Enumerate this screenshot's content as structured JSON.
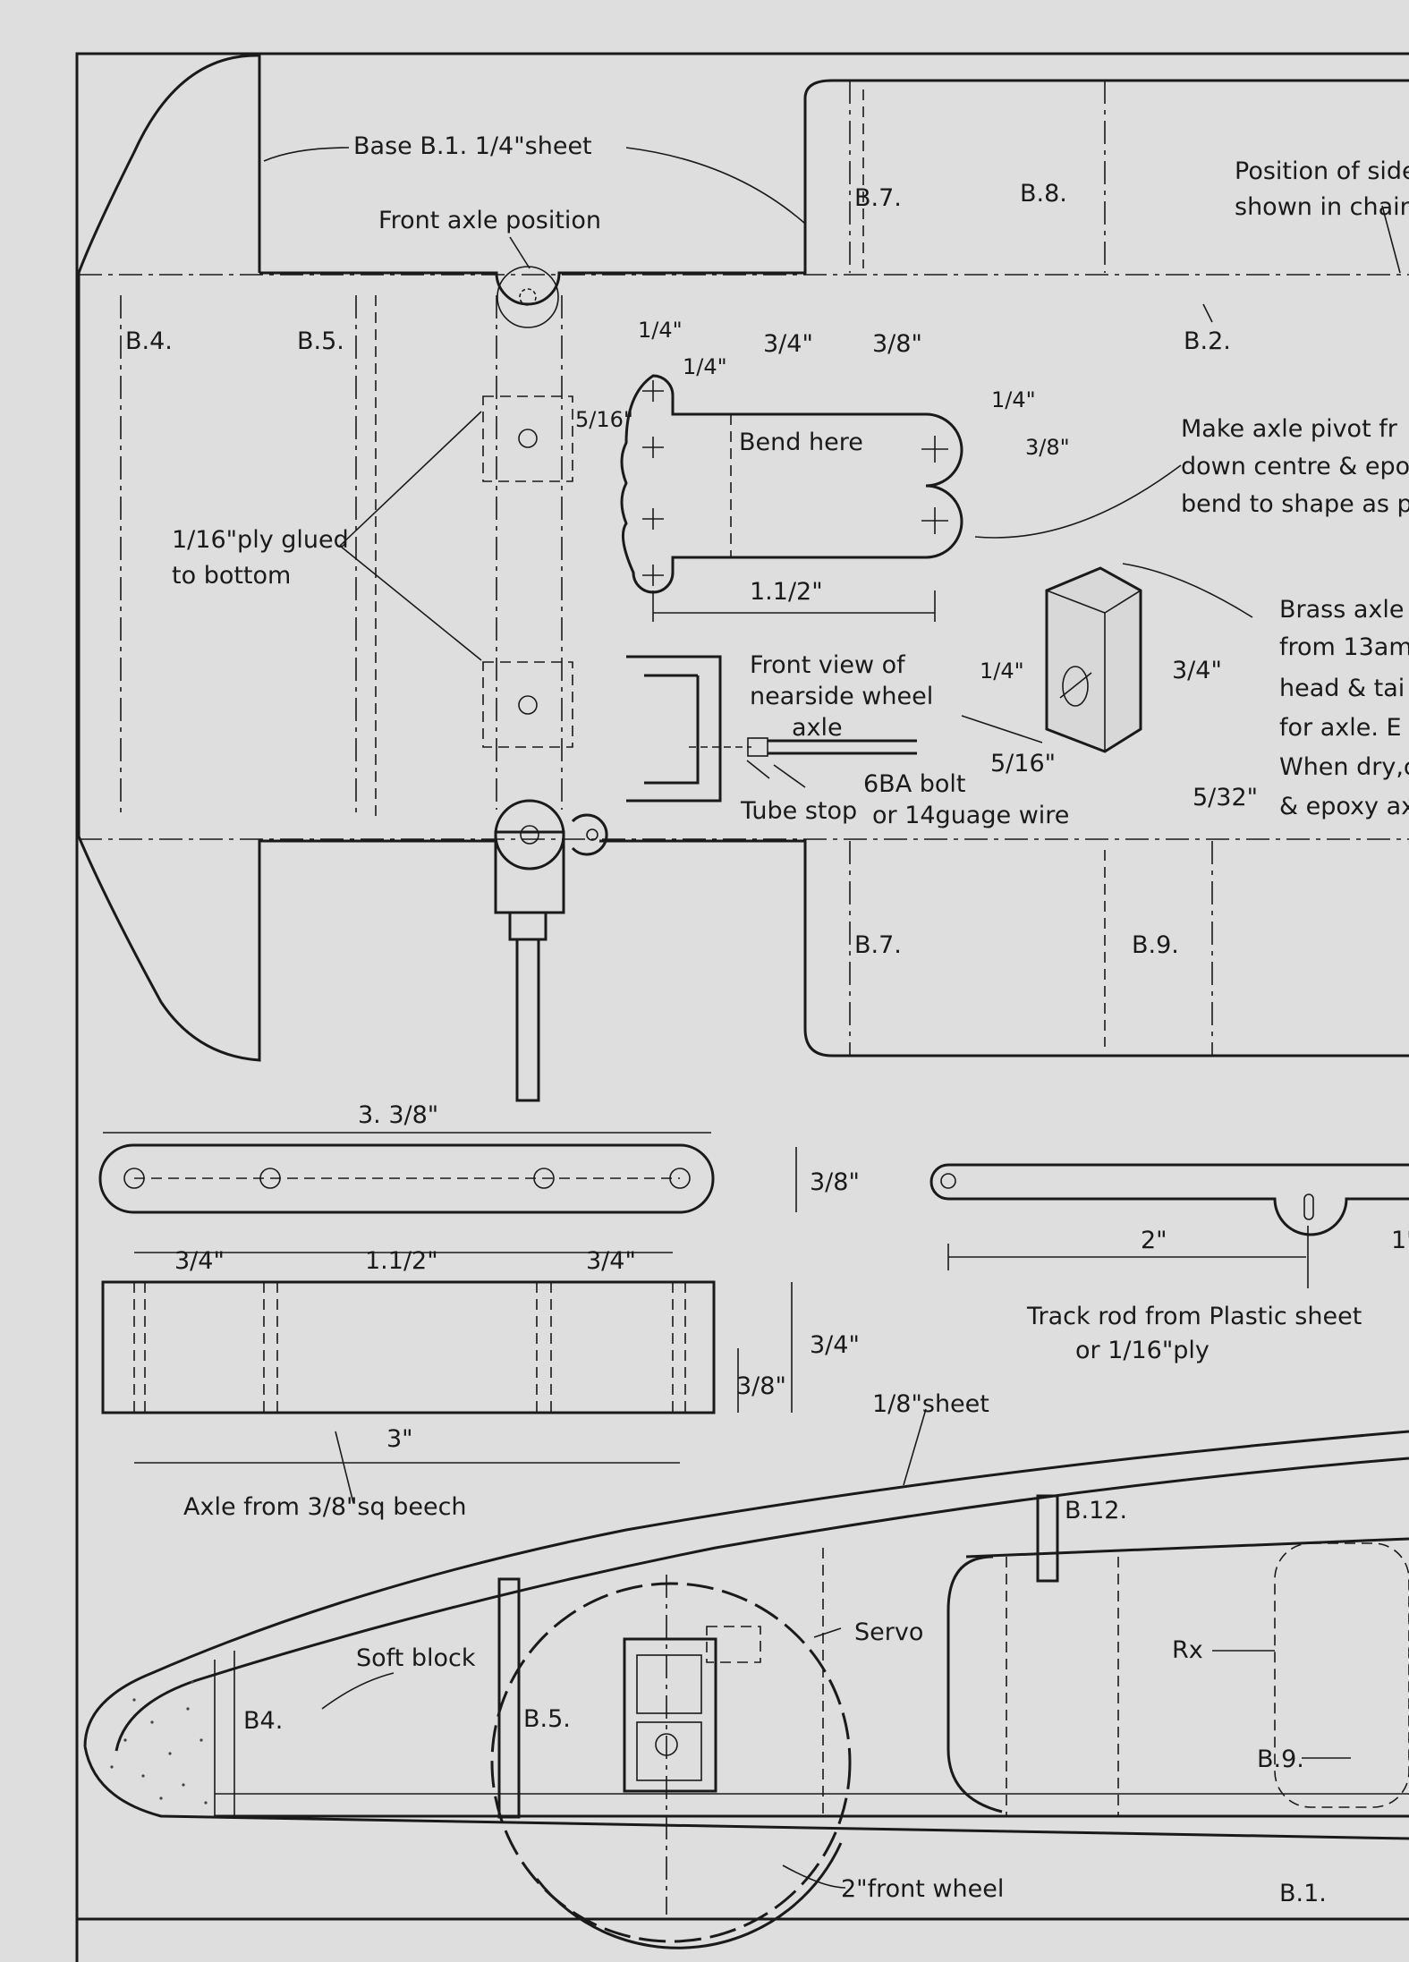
{
  "labels": {
    "base": "Base B.1.   1/4\"sheet",
    "front_axle_position": "Front axle position",
    "b7_top": "B.7.",
    "b8": "B.8.",
    "position_of_side_1": "Position of side",
    "position_of_side_2": "shown in chain",
    "b4_top": "B.4.",
    "b5_top": "B.5.",
    "b2": "B.2.",
    "dim_quarter_a": "1/4\"",
    "dim_three_quarter_a": "3/4\"",
    "dim_three_eighth_a": "3/8\"",
    "dim_quarter_b": "1/4\"",
    "dim_five_sixteenth_a": "5/16\"",
    "bend_here": "Bend here",
    "dim_quarter_c": "1/4\"",
    "dim_three_eighth_b": "3/8\"",
    "axle_pivot_1": "Make axle pivot fr",
    "axle_pivot_2": "down centre & epo",
    "axle_pivot_3": "bend to shape as p",
    "ply_glued_1": "1/16\"ply glued",
    "ply_glued_2": "to bottom",
    "dim_one_half": "1.1/2\"",
    "brass_1": "Brass axle",
    "brass_2": "from 13am",
    "brass_3": "head & tai",
    "brass_4": "for axle. E",
    "brass_5": "When dry,c",
    "brass_6": "& epoxy ax",
    "dim_quarter_d": "1/4\"",
    "dim_three_quarter_b": "3/4\"",
    "front_view_1": "Front view of",
    "front_view_2": "nearside wheel",
    "front_view_3": "axle",
    "bolt_1": "6BA bolt",
    "bolt_2": "or 14guage wire",
    "tube_stop": "Tube stop",
    "dim_five_sixteenth_b": "5/16\"",
    "dim_five_thirtysecond": "5/32\"",
    "b7_bottom": "B.7.",
    "b9_mid": "B.9.",
    "dim_three_three_eighth": "3. 3/8\"",
    "dim_three_eighth_c": "3/8\"",
    "dim_two": "2\"",
    "dim_one": "1\"",
    "dim_three_quarter_c": "3/4\"",
    "dim_one_half_b": "1.1/2\"",
    "dim_three_quarter_d": "3/4\"",
    "dim_three_quarter_e": "3/4\"",
    "dim_three_eighth_d": "3/8\"",
    "dim_three": "3\"",
    "axle_beech": "Axle from 3/8\"sq beech",
    "track_rod_1": "Track rod from Plastic sheet",
    "track_rod_2": "or 1/16\"ply",
    "eighth_sheet": "1/8\"sheet",
    "b12": "B.12.",
    "servo": "Servo",
    "soft_block": "Soft block",
    "rx": "Rx",
    "b4_side": "B4.",
    "b5_side": "B.5.",
    "b9_side": "B.9.",
    "front_wheel": "2\"front wheel",
    "b1_side": "B.1."
  }
}
